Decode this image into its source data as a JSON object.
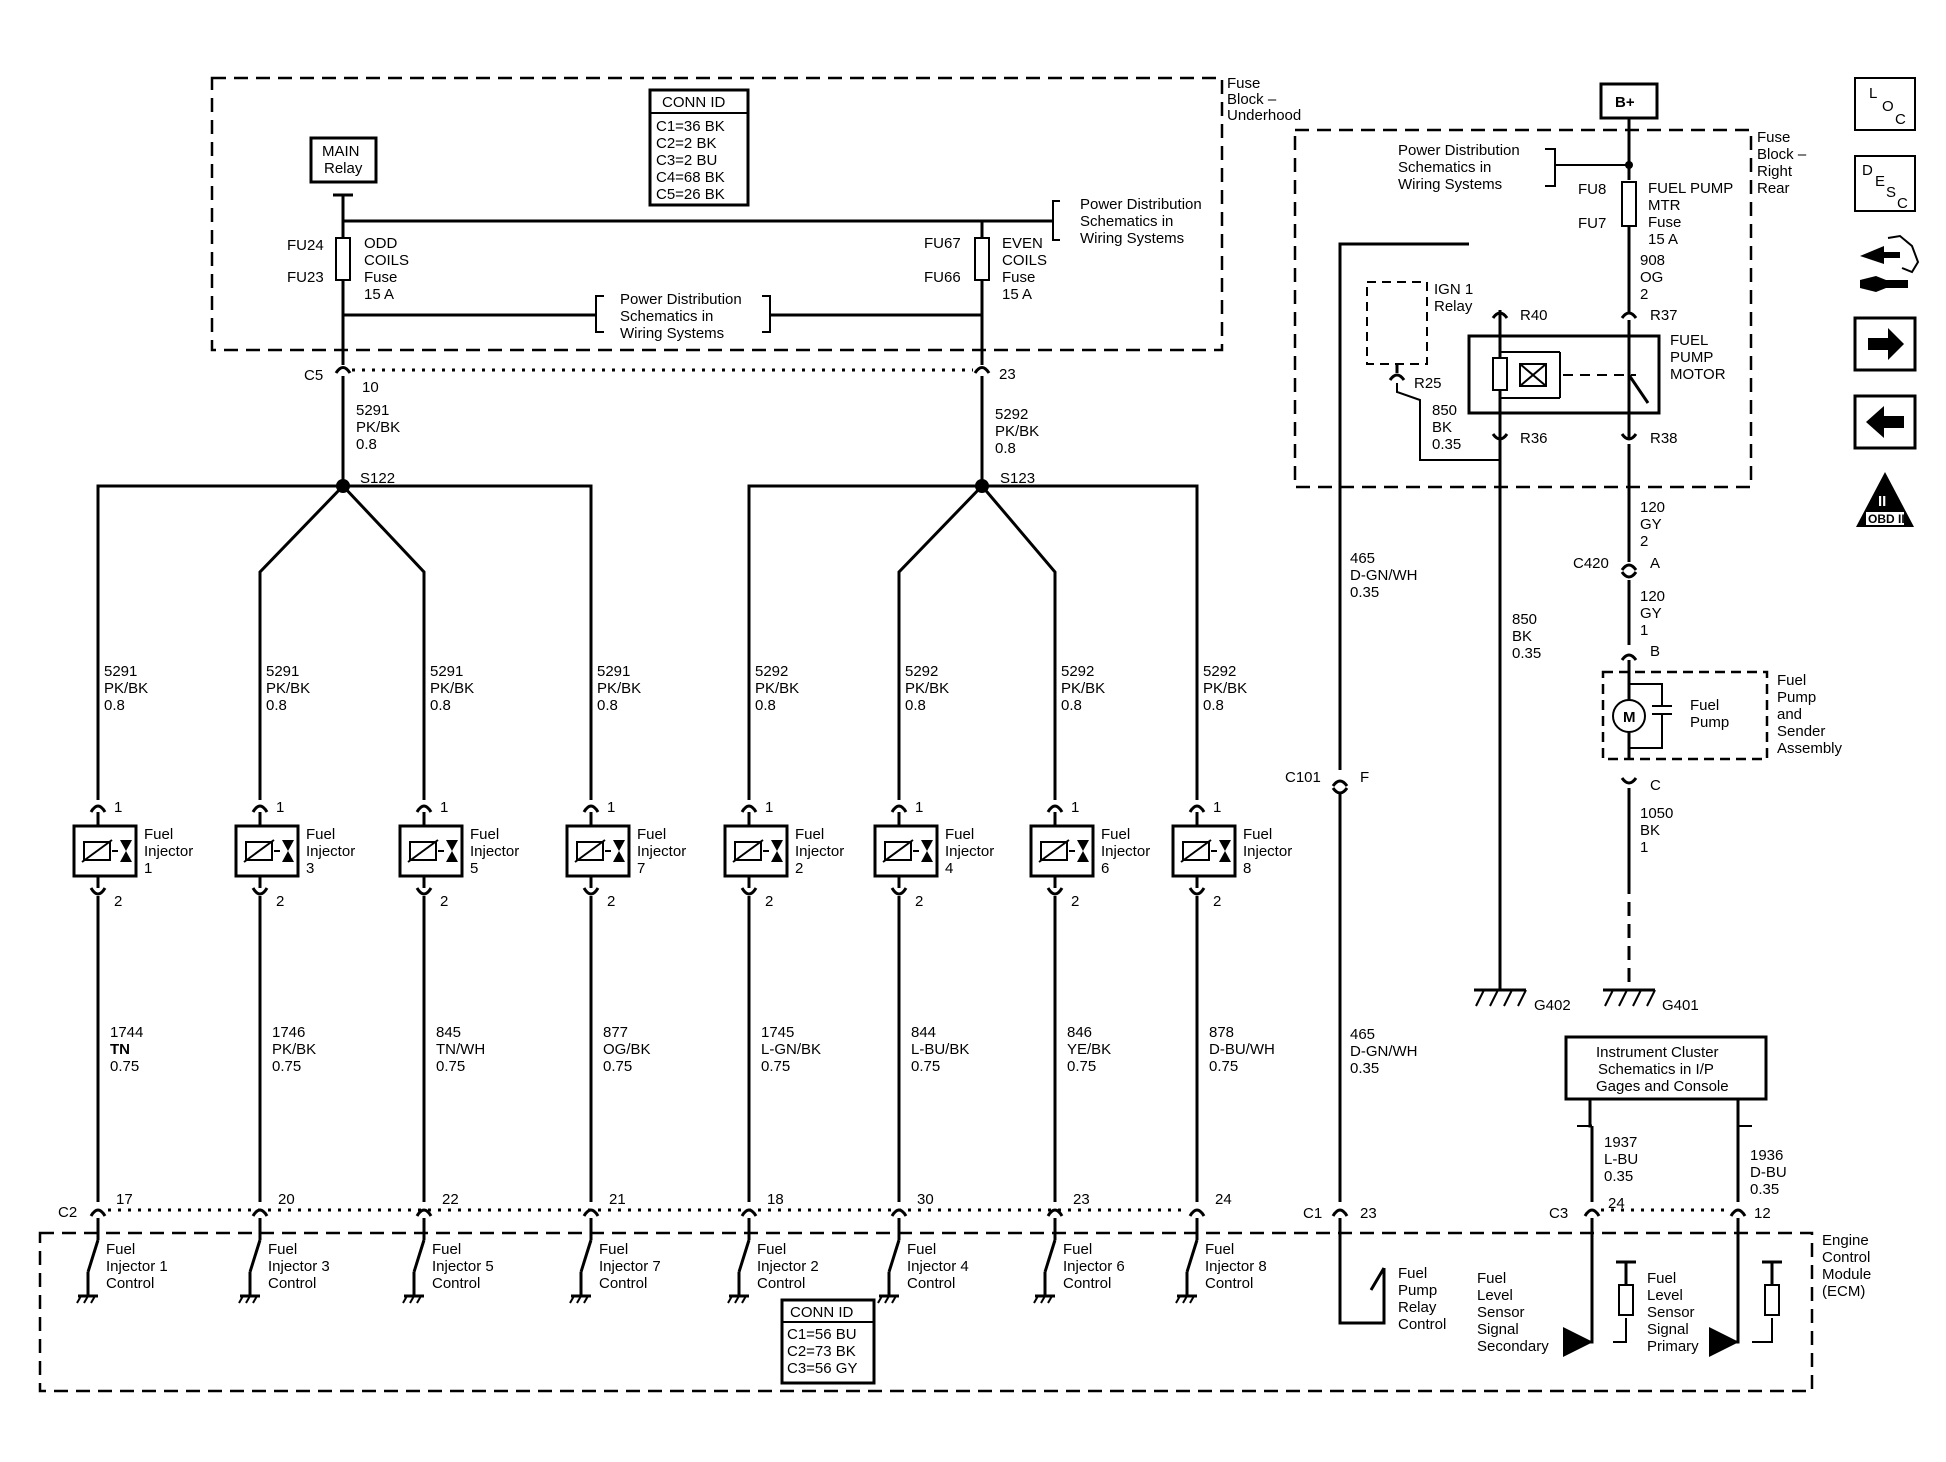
{
  "fuse_block_underhood": {
    "title": [
      "Fuse",
      "Block –",
      "Underhood"
    ],
    "conn_id_title": "CONN ID",
    "conn_ids": [
      "C1=36 BK",
      "C2=2 BK",
      "C3=2 BU",
      "C4=68 BK",
      "C5=26 BK"
    ],
    "main_relay": [
      "MAIN",
      "Relay"
    ],
    "odd_fuse": {
      "upper": "FU24",
      "lower": "FU23",
      "label": [
        "ODD",
        "COILS",
        "Fuse",
        "15 A"
      ]
    },
    "even_fuse": {
      "upper": "FU67",
      "lower": "FU66",
      "label": [
        "EVEN",
        "COILS",
        "Fuse",
        "15 A"
      ]
    },
    "power_dist_ref": [
      "Power Distribution",
      "Schematics in",
      "Wiring Systems"
    ]
  },
  "underhood_connector": {
    "name": "C5",
    "odd_pin": "10",
    "even_pin": "23"
  },
  "feed_wires": {
    "odd": [
      "5291",
      "PK/BK",
      "0.8"
    ],
    "even": [
      "5292",
      "PK/BK",
      "0.8"
    ],
    "odd_splice": "S122",
    "even_splice": "S123"
  },
  "injectors": [
    {
      "feed": [
        "5291",
        "PK/BK",
        "0.8"
      ],
      "pin_in": "1",
      "pin_out": "2",
      "label": [
        "Fuel",
        "Injector",
        "1"
      ],
      "circuit": [
        "1744",
        "TN",
        "0.75"
      ],
      "ecm_pin": "17",
      "ecm_label": [
        "Fuel",
        "Injector 1",
        "Control"
      ]
    },
    {
      "feed": [
        "5291",
        "PK/BK",
        "0.8"
      ],
      "pin_in": "1",
      "pin_out": "2",
      "label": [
        "Fuel",
        "Injector",
        "3"
      ],
      "circuit": [
        "1746",
        "PK/BK",
        "0.75"
      ],
      "ecm_pin": "20",
      "ecm_label": [
        "Fuel",
        "Injector 3",
        "Control"
      ]
    },
    {
      "feed": [
        "5291",
        "PK/BK",
        "0.8"
      ],
      "pin_in": "1",
      "pin_out": "2",
      "label": [
        "Fuel",
        "Injector",
        "5"
      ],
      "circuit": [
        "845",
        "TN/WH",
        "0.75"
      ],
      "ecm_pin": "22",
      "ecm_label": [
        "Fuel",
        "Injector 5",
        "Control"
      ]
    },
    {
      "feed": [
        "5291",
        "PK/BK",
        "0.8"
      ],
      "pin_in": "1",
      "pin_out": "2",
      "label": [
        "Fuel",
        "Injector",
        "7"
      ],
      "circuit": [
        "877",
        "OG/BK",
        "0.75"
      ],
      "ecm_pin": "21",
      "ecm_label": [
        "Fuel",
        "Injector 7",
        "Control"
      ]
    },
    {
      "feed": [
        "5292",
        "PK/BK",
        "0.8"
      ],
      "pin_in": "1",
      "pin_out": "2",
      "label": [
        "Fuel",
        "Injector",
        "2"
      ],
      "circuit": [
        "1745",
        "L-GN/BK",
        "0.75"
      ],
      "ecm_pin": "18",
      "ecm_label": [
        "Fuel",
        "Injector 2",
        "Control"
      ]
    },
    {
      "feed": [
        "5292",
        "PK/BK",
        "0.8"
      ],
      "pin_in": "1",
      "pin_out": "2",
      "label": [
        "Fuel",
        "Injector",
        "4"
      ],
      "circuit": [
        "844",
        "L-BU/BK",
        "0.75"
      ],
      "ecm_pin": "30",
      "ecm_label": [
        "Fuel",
        "Injector 4",
        "Control"
      ]
    },
    {
      "feed": [
        "5292",
        "PK/BK",
        "0.8"
      ],
      "pin_in": "1",
      "pin_out": "2",
      "label": [
        "Fuel",
        "Injector",
        "6"
      ],
      "circuit": [
        "846",
        "YE/BK",
        "0.75"
      ],
      "ecm_pin": "23",
      "ecm_label": [
        "Fuel",
        "Injector 6",
        "Control"
      ]
    },
    {
      "feed": [
        "5292",
        "PK/BK",
        "0.8"
      ],
      "pin_in": "1",
      "pin_out": "2",
      "label": [
        "Fuel",
        "Injector",
        "8"
      ],
      "circuit": [
        "878",
        "D-BU/WH",
        "0.75"
      ],
      "ecm_pin": "24",
      "ecm_label": [
        "Fuel",
        "Injector 8",
        "Control"
      ]
    }
  ],
  "ecm": {
    "title": [
      "Engine",
      "Control",
      "Module",
      "(ECM)"
    ],
    "c2_name": "C2",
    "c1_name": "C1",
    "c3_name": "C3",
    "conn_id_title": "CONN ID",
    "conn_ids": [
      "C1=56 BU",
      "C2=73 BK",
      "C3=56 GY"
    ],
    "c1_pin": "23",
    "relay_control_label": [
      "Fuel",
      "Pump",
      "Relay",
      "Control"
    ],
    "c3_pin_secondary": "24",
    "c3_pin_primary": "12",
    "secondary_label": [
      "Fuel",
      "Level",
      "Sensor",
      "Signal",
      "Secondary"
    ],
    "primary_label": [
      "Fuel",
      "Level",
      "Sensor",
      "Signal",
      "Primary"
    ]
  },
  "fuse_block_rear": {
    "title": [
      "Fuse",
      "Block –",
      "Right",
      "Rear"
    ],
    "battery": "B+",
    "power_dist_ref": [
      "Power Distribution",
      "Schematics in",
      "Wiring Systems"
    ],
    "fuse_upper": "FU8",
    "fuse_lower": "FU7",
    "fuse_label": [
      "FUEL PUMP",
      "MTR",
      "Fuse",
      "15 A"
    ],
    "fuse_wire": [
      "908",
      "OG",
      "2"
    ],
    "ign_relay": [
      "IGN 1",
      "Relay"
    ],
    "pins": {
      "r40": "R40",
      "r37": "R37",
      "r25": "R25",
      "r36": "R36",
      "r38": "R38"
    },
    "relay_label": [
      "FUEL",
      "PUMP",
      "MOTOR"
    ],
    "r25_wire": [
      "850",
      "BK",
      "0.35"
    ]
  },
  "fuel_pump_circuit": {
    "relay_ctrl_wire_upper": [
      "465",
      "D-GN/WH",
      "0.35"
    ],
    "relay_ctrl_wire_lower": [
      "465",
      "D-GN/WH",
      "0.35"
    ],
    "c101": {
      "name": "C101",
      "pin": "F"
    },
    "ground_wire": [
      "850",
      "BK",
      "0.35"
    ],
    "g402": "G402",
    "g401": "G401",
    "pump_wire_upper": [
      "120",
      "GY",
      "2"
    ],
    "c420": {
      "name": "C420",
      "pin_a": "A",
      "pin_b": "B",
      "pin_c": "C"
    },
    "pump_wire_lower": [
      "120",
      "GY",
      "1"
    ],
    "pump_label": [
      "Fuel",
      "Pump"
    ],
    "pump_motor": "M",
    "assembly_label": [
      "Fuel",
      "Pump",
      "and",
      "Sender",
      "Assembly"
    ],
    "ground_pump_wire": [
      "1050",
      "BK",
      "1"
    ],
    "cluster_ref": [
      "Instrument Cluster",
      "Schematics in I/P",
      "Gages and Console"
    ],
    "sensor_wire_secondary": [
      "1937",
      "L-BU",
      "0.35"
    ],
    "sensor_wire_primary": [
      "1936",
      "D-BU",
      "0.35"
    ]
  },
  "nav_icons": {
    "loc": {
      "a": "L",
      "b": "O",
      "c": "C"
    },
    "desc": {
      "a": "D",
      "b": "E",
      "c": "S",
      "d": "C"
    },
    "obd": {
      "numeral": "II",
      "label": "OBD II"
    }
  }
}
